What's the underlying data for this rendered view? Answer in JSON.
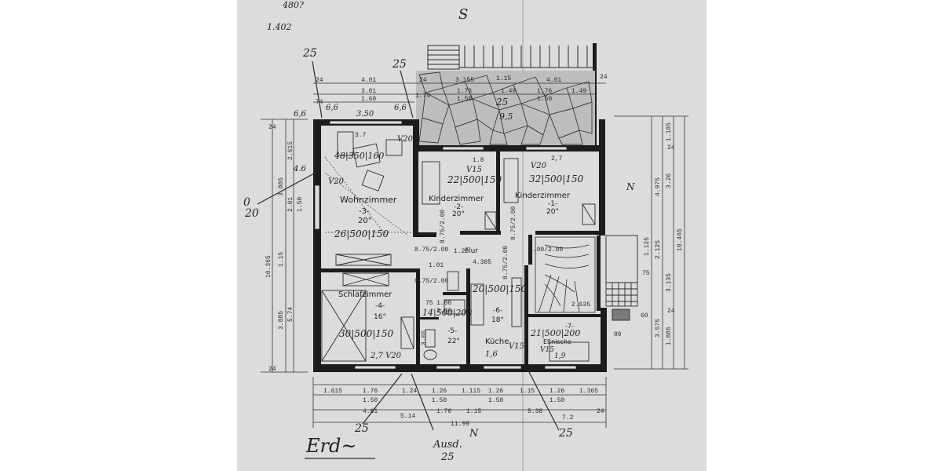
{
  "plan": {
    "compass_south": "S",
    "compass_north": "N",
    "title": "Erd~",
    "corner_notes": [
      "480?",
      "1.402"
    ],
    "mark_25": "25",
    "mark_20": "20",
    "mark_0": "0",
    "ausd": "Ausd.",
    "rooms": {
      "wohnzimmer": {
        "name": "Wohnzimmer",
        "number": "-3-",
        "temp": "20°",
        "spec": "26|500|150",
        "spec2": "48|350|160",
        "v": "V20",
        "v2": "V20"
      },
      "kinder1": {
        "name": "Kinderzimmer",
        "number": "-2-",
        "temp": "20°",
        "spec": "22|500|150",
        "v": "V15"
      },
      "kinder2": {
        "name": "Kinderzimmer",
        "number": "-1-",
        "temp": "20°",
        "spec": "32|500|150",
        "v": "V20"
      },
      "schlaf": {
        "name": "Schlafzimmer",
        "number": "-4-",
        "temp": "16°",
        "spec": "30|500|150",
        "v": "2,7 V20"
      },
      "bad": {
        "number": "-5-",
        "temp": "22°",
        "spec": "14|500|200"
      },
      "kueche": {
        "name": "Küche",
        "number": "-6-",
        "temp": "18°",
        "spec": "20|500|150",
        "v": "V15",
        "note": "1,6"
      },
      "essn": {
        "name": "Eßnische",
        "number": "-7-",
        "spec": "21|500|200",
        "v": "V15",
        "note": "1,9"
      },
      "flur": {
        "name": "Flur"
      }
    },
    "terrace": {
      "area": "9,5"
    },
    "dims": {
      "top_row1": [
        "24",
        "4.01",
        "24",
        "3.155",
        "1.15",
        "4.01",
        "24"
      ],
      "top_row2": [
        "3.01",
        "1.74",
        "1.76",
        "1.49",
        "1.76",
        "1.49"
      ],
      "top_row3": [
        "1.60",
        "1.50",
        "1.50"
      ],
      "top_extra": [
        "3.50",
        "74",
        "6,6",
        "6,6",
        "1.8",
        "2,7",
        "3.7"
      ],
      "left_outer": [
        "24",
        "10.365",
        "24"
      ],
      "left_inner": [
        "3.885",
        "5.74",
        "3.885",
        "2.615",
        "2.01",
        "1.50",
        "1.15",
        "6,6",
        "4.6"
      ],
      "right_outer": [
        "10.465",
        "4.975",
        "3.135",
        "3.575"
      ],
      "right_inner": [
        "1.185",
        "3.26",
        "1.125",
        "2.125",
        "75",
        "1.885",
        "24",
        "24",
        "60",
        "80"
      ],
      "bottom_row1": [
        "1.615",
        "1.76",
        "1.24",
        "1.26",
        "1.115",
        "1.26",
        "1.15",
        "1.26",
        "1.365"
      ],
      "bottom_row2": [
        "1.50",
        "1.50",
        "1.50",
        "1.50"
      ],
      "bottom_row3": [
        "4.61",
        "5.14",
        "1.76",
        "1.15",
        "5.38",
        "7.2",
        "24"
      ],
      "bottom_total": "11.99",
      "doors": [
        "8.75/2.00",
        "8.75/2.00",
        "8.75/2.00",
        "8.75/2.00",
        "1.00/2.00",
        "8.75/2.00",
        "1.26",
        "4.385",
        "1.01",
        "2.635",
        "3.65",
        "75",
        "1.00",
        "2.00"
      ]
    }
  }
}
